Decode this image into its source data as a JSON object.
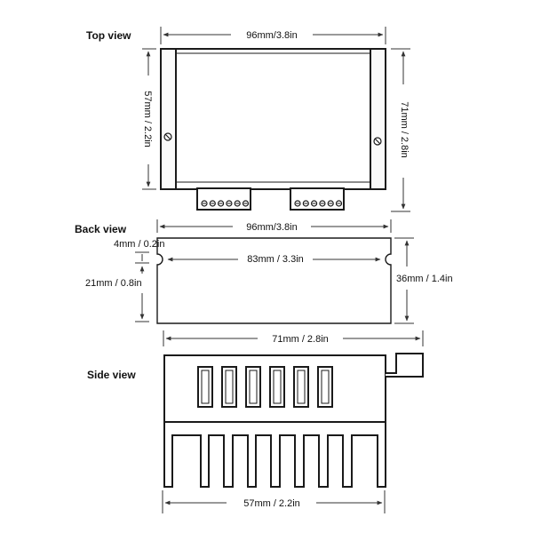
{
  "views": {
    "top": "Top view",
    "back": "Back view",
    "side": "Side view"
  },
  "dims": {
    "top_width": "96mm/3.8in",
    "top_left_height": "57mm / 2.2in",
    "top_right_height": "71mm / 2.8in",
    "back_width": "96mm/3.8in",
    "back_slot_depth": "4mm / 0.2in",
    "back_slot_spacing": "83mm / 3.3in",
    "back_lower_height": "21mm / 0.8in",
    "back_height": "36mm / 1.4in",
    "side_width_top": "71mm / 2.8in",
    "side_width_bottom": "57mm / 2.2in"
  },
  "colors": {
    "line": "#1a1a1a",
    "dimension": "#333333",
    "background": "#ffffff"
  }
}
